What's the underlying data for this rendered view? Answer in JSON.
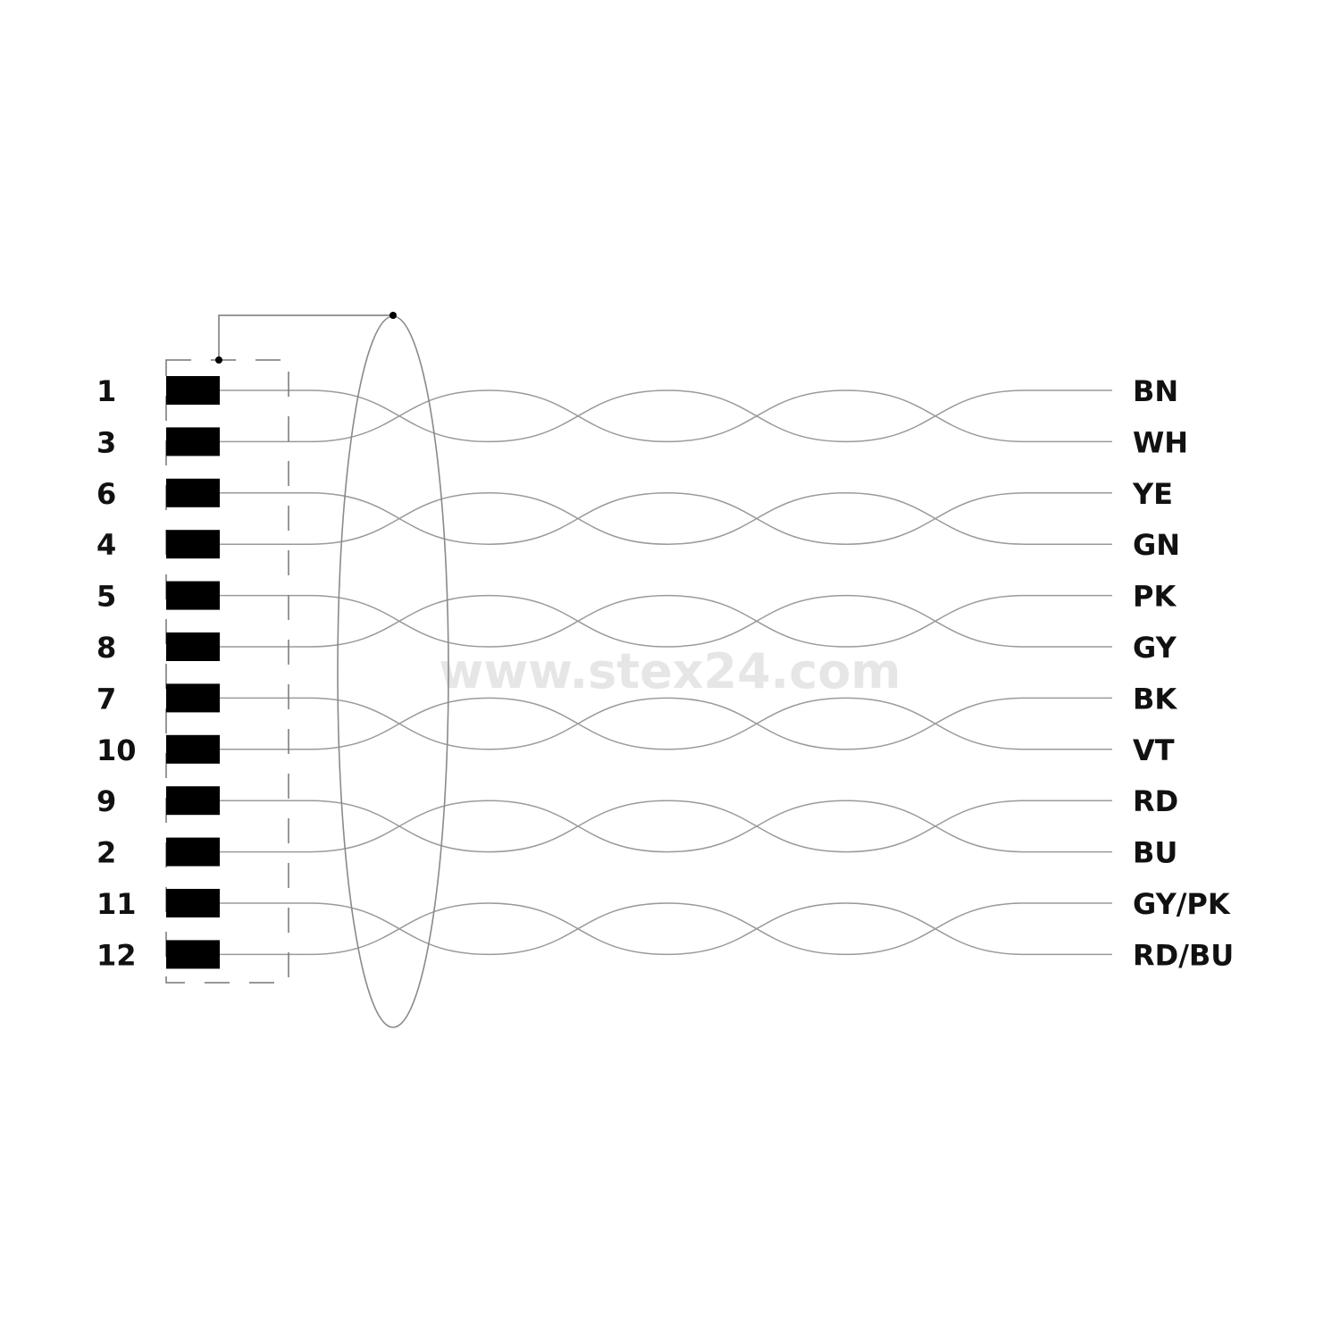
{
  "watermark": "www.stex24.com",
  "pairs": [
    {
      "pins": [
        "1",
        "3"
      ],
      "wires": [
        "BN",
        "WH"
      ]
    },
    {
      "pins": [
        "6",
        "4"
      ],
      "wires": [
        "YE",
        "GN"
      ]
    },
    {
      "pins": [
        "5",
        "8"
      ],
      "wires": [
        "PK",
        "GY"
      ]
    },
    {
      "pins": [
        "7",
        "10"
      ],
      "wires": [
        "BK",
        "VT"
      ]
    },
    {
      "pins": [
        "9",
        "2"
      ],
      "wires": [
        "RD",
        "BU"
      ]
    },
    {
      "pins": [
        "11",
        "12"
      ],
      "wires": [
        "GY/PK",
        "RD/BU"
      ]
    }
  ],
  "colors": {
    "wire": "#9a9a9a",
    "pin": "#000000",
    "shield": "#8a8a8a",
    "watermark": "#e6e6e6"
  }
}
